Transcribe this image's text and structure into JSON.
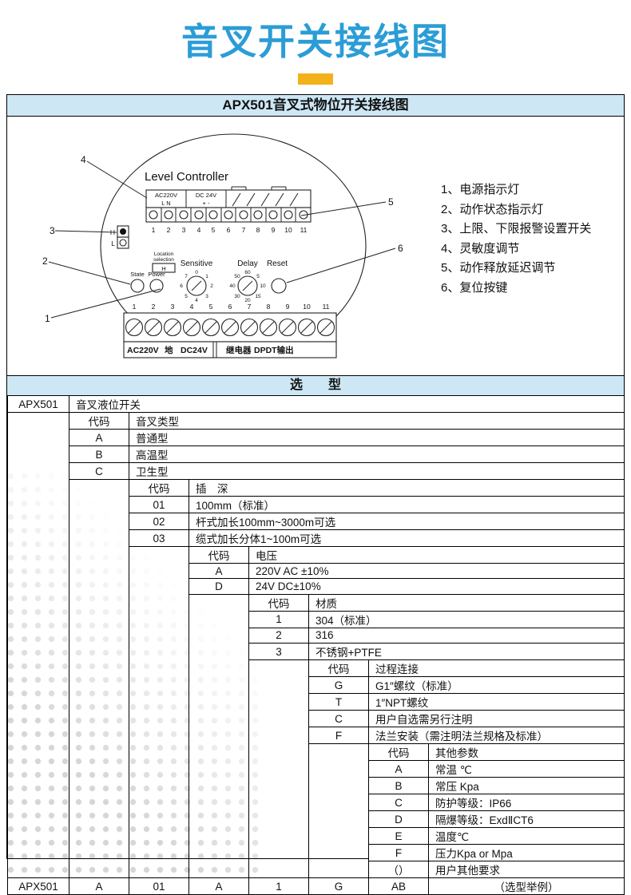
{
  "page": {
    "title": "音叉开关接线图"
  },
  "panel": {
    "header": "APX501音叉式物位开关接线图",
    "selection_header": "选　　型"
  },
  "diagram": {
    "device_title": "Level Controller",
    "top_block": {
      "ac_label": "AC220V",
      "ac_pins": "L   N",
      "dc_label": "DC 24V",
      "dc_pins": "+   -",
      "terminal_numbers": [
        "1",
        "2",
        "3",
        "4",
        "5",
        "6",
        "7",
        "8",
        "9",
        "10",
        "11"
      ]
    },
    "hl_switch": {
      "h": "H",
      "l": "L"
    },
    "location": {
      "line1": "Location",
      "line2": "selection",
      "value": "H"
    },
    "indicators": {
      "state": "State",
      "power": "Power"
    },
    "knobs": {
      "sensitive_label": "Sensitive",
      "sensitive_ticks": [
        "0",
        "1",
        "2",
        "3",
        "4",
        "5",
        "6",
        "7"
      ],
      "delay_label": "Delay",
      "delay_ticks": [
        "60",
        "5",
        "10",
        "15",
        "20",
        "30",
        "40",
        "50"
      ],
      "reset_label": "Reset"
    },
    "bottom_block": {
      "terminal_numbers": [
        "1",
        "2",
        "3",
        "4",
        "5",
        "6",
        "7",
        "8",
        "9",
        "10",
        "11"
      ],
      "labels": [
        "AC220V",
        "地",
        "DC24V",
        "继电器",
        "DPDT输出"
      ]
    },
    "callouts": [
      "1",
      "2",
      "3",
      "4",
      "5",
      "6"
    ],
    "legend": [
      "1、电源指示灯",
      "2、动作状态指示灯",
      "3、上限、下限报警设置开关",
      "4、灵敏度调节",
      "5、动作释放延迟调节",
      "6、复位按键"
    ]
  },
  "table": {
    "rows": [
      {
        "code": "APX501",
        "desc": "音叉液位开关"
      },
      {
        "code": "代码",
        "desc": "音叉类型"
      },
      {
        "code": "A",
        "desc": "普通型"
      },
      {
        "code": "B",
        "desc": "高温型"
      },
      {
        "code": "C",
        "desc": "卫生型"
      },
      {
        "code": "代码",
        "desc": "插　深"
      },
      {
        "code": "01",
        "desc": "100mm（标准）"
      },
      {
        "code": "02",
        "desc": "杆式加长100mm~3000m可选"
      },
      {
        "code": "03",
        "desc": "缆式加长分体1~100m可选"
      },
      {
        "code": "代码",
        "desc": "电压"
      },
      {
        "code": "A",
        "desc": "220V AC  ±10%"
      },
      {
        "code": "D",
        "desc": "24V DC±10%"
      },
      {
        "code": "代码",
        "desc": "材质"
      },
      {
        "code": "1",
        "desc": "304（标准）"
      },
      {
        "code": "2",
        "desc": "316"
      },
      {
        "code": "3",
        "desc": "不锈钢+PTFE"
      },
      {
        "code": "代码",
        "desc": "过程连接"
      },
      {
        "code": "G",
        "desc": "G1″螺纹（标准）"
      },
      {
        "code": "T",
        "desc": "1″NPT螺纹"
      },
      {
        "code": "C",
        "desc": "用户自选需另行注明"
      },
      {
        "code": "F",
        "desc": "法兰安装（需注明法兰规格及标准）"
      },
      {
        "code": "代码",
        "desc": "其他参数"
      },
      {
        "code": "A",
        "desc": "常温 ℃"
      },
      {
        "code": "B",
        "desc": "常压 Kpa"
      },
      {
        "code": "C",
        "desc": "防护等级：IP66"
      },
      {
        "code": "D",
        "desc": "隔爆等级：ExdⅡCT6"
      },
      {
        "code": "E",
        "desc": "温度℃"
      },
      {
        "code": "F",
        "desc": "压力Kpa or Mpa"
      },
      {
        "code": "（）",
        "desc": "用户其他要求"
      }
    ],
    "example": {
      "c0": "APX501",
      "c1": "A",
      "c2": "01",
      "c3": "A",
      "c4": "1",
      "c5": "G",
      "c6": "AB",
      "note": "（选型举例）"
    }
  }
}
